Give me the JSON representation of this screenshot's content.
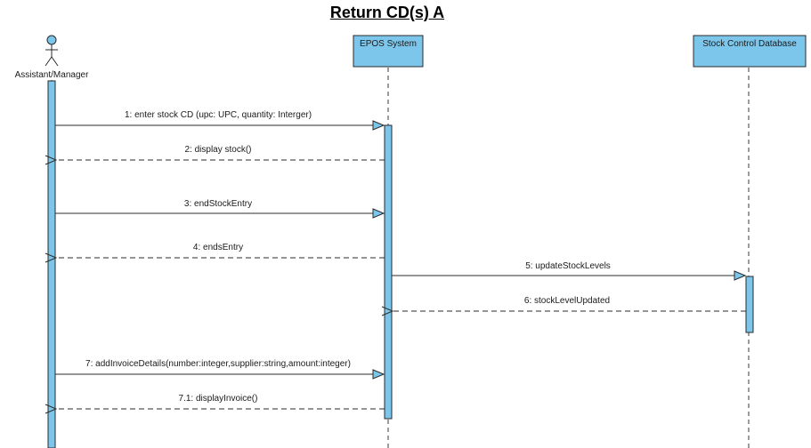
{
  "title": "Return CD(s) A",
  "actor": {
    "name": "Assistant/Manager"
  },
  "lifelines": [
    {
      "id": "epos",
      "label": "EPOS System"
    },
    {
      "id": "db",
      "label": "Stock Control Database"
    }
  ],
  "messages": [
    {
      "label": "1: enter stock CD (upc: UPC, quantity: Interger)",
      "from": "actor",
      "to": "epos",
      "kind": "call"
    },
    {
      "label": "2: display stock()",
      "from": "epos",
      "to": "actor",
      "kind": "return"
    },
    {
      "label": "3: endStockEntry",
      "from": "actor",
      "to": "epos",
      "kind": "call"
    },
    {
      "label": "4: endsEntry",
      "from": "epos",
      "to": "actor",
      "kind": "return"
    },
    {
      "label": "5: updateStockLevels",
      "from": "epos",
      "to": "db",
      "kind": "call"
    },
    {
      "label": "6: stockLevelUpdated",
      "from": "db",
      "to": "epos",
      "kind": "return"
    },
    {
      "label": "7: addInvoiceDetails(number:integer,supplier:string,amount:integer)",
      "from": "actor",
      "to": "epos",
      "kind": "call"
    },
    {
      "label": "7.1: displayInvoice()",
      "from": "epos",
      "to": "actor",
      "kind": "return"
    }
  ],
  "colors": {
    "fill": "#7dc6eb",
    "stroke": "#2b2b2b",
    "line": "#3a3a3a"
  }
}
